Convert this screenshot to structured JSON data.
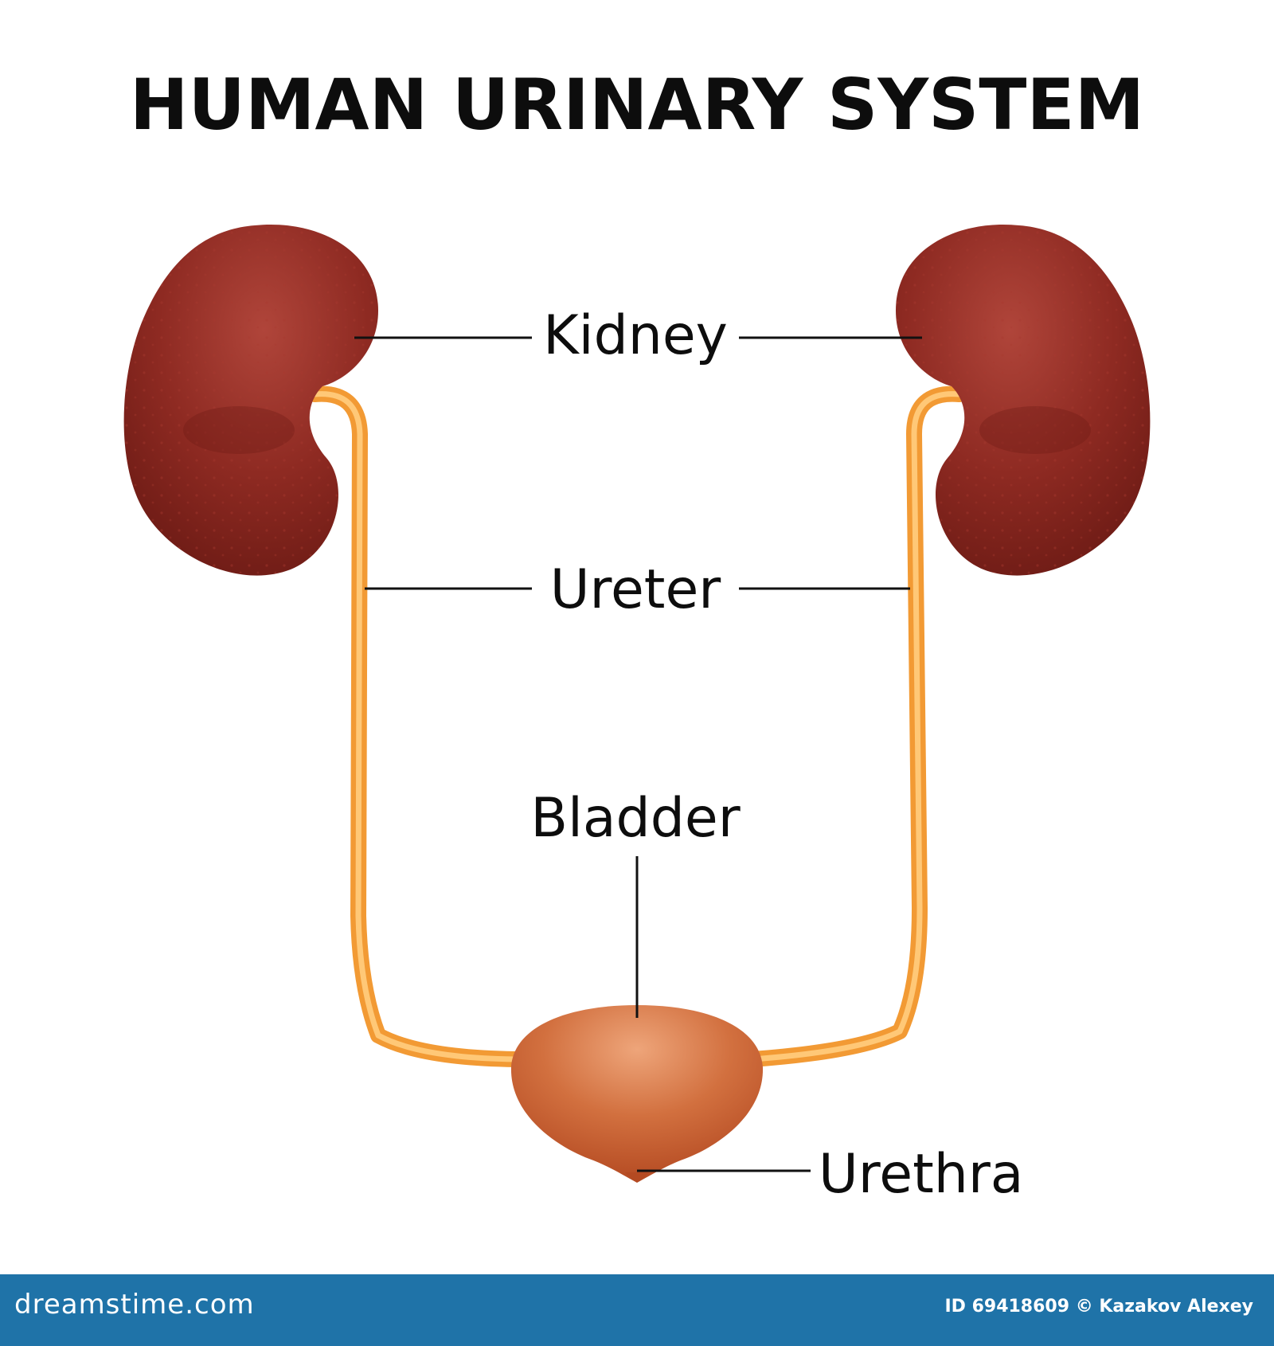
{
  "title": "HUMAN URINARY SYSTEM",
  "labels": {
    "kidney": "Kidney",
    "ureter": "Ureter",
    "bladder": "Bladder",
    "urethra": "Urethra"
  },
  "footer": {
    "site": "dreamstime.com",
    "credit": "ID 69418609 © Kazakov Alexey"
  },
  "colors": {
    "kidney": "#8e2a22",
    "ureter": "#f6a33a",
    "bladder": "#c7552b",
    "footer": "#1f73a8"
  }
}
